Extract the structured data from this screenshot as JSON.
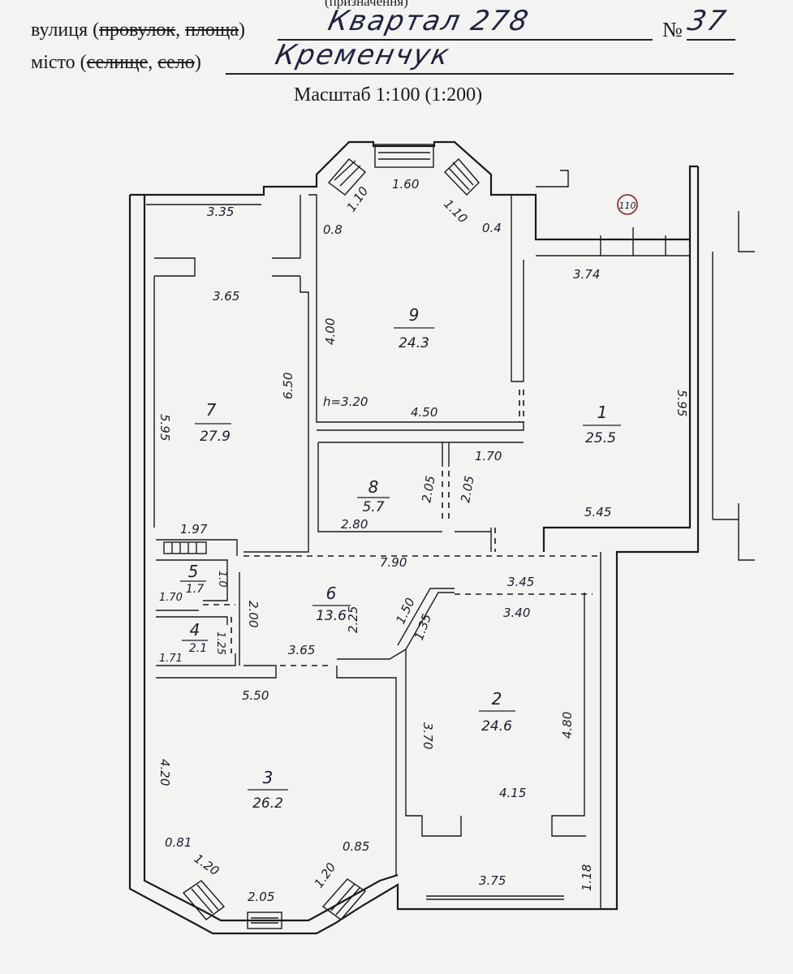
{
  "header": {
    "caption": "(призначення)",
    "street_label_pre": "вулиця (",
    "street_label_strike1": "провулок",
    "street_label_mid": ", ",
    "street_label_strike2": "площа",
    "street_label_post": ")",
    "street_value": "Квартал 278",
    "number_label": "№",
    "number_value": "37",
    "city_label_pre": "місто (",
    "city_label_strike1": "селище",
    "city_label_mid": ", ",
    "city_label_strike2": "село",
    "city_label_post": ")",
    "city_value": "Кременчук",
    "scale": "Масштаб 1:100 (1:200)"
  },
  "plan": {
    "marker": "110",
    "rooms": [
      {
        "id": "room-1",
        "number": "1",
        "area": "25.5"
      },
      {
        "id": "room-2",
        "number": "2",
        "area": "24.6"
      },
      {
        "id": "room-3",
        "number": "3",
        "area": "26.2"
      },
      {
        "id": "room-4",
        "number": "4",
        "area": "2.1"
      },
      {
        "id": "room-5",
        "number": "5",
        "area": "1.7"
      },
      {
        "id": "room-6",
        "number": "6",
        "area": "13.6"
      },
      {
        "id": "room-7",
        "number": "7",
        "area": "27.9"
      },
      {
        "id": "room-8",
        "number": "8",
        "area": "5.7"
      },
      {
        "id": "room-9",
        "number": "9",
        "area": "24.3"
      }
    ],
    "dimensions": {
      "d335": "3.35",
      "d365a": "3.65",
      "d595a": "5.95",
      "d650": "6.50",
      "d110a": "1.10",
      "d160": "1.60",
      "d110b": "1.10",
      "d08": "0.8",
      "d04": "0.4",
      "d400": "4.00",
      "dh": "h=3.20",
      "d450": "4.50",
      "d374": "3.74",
      "d595b": "5.95",
      "d205a": "2.05",
      "d205b": "2.05",
      "d170a": "1.70",
      "d280": "2.80",
      "d545": "5.45",
      "d197": "1.97",
      "d790": "7.90",
      "d10": "1.0",
      "d170b": "1.70",
      "d200": "2.00",
      "d125": "1.25",
      "d171": "1.71",
      "d225": "2.25",
      "d365b": "3.65",
      "d150": "1.50",
      "d135": "1.35",
      "d345": "3.45",
      "d340": "3.40",
      "d550": "5.50",
      "d420": "4.20",
      "d081": "0.81",
      "d085": "0.85",
      "d120a": "1.20",
      "d120b": "1.20",
      "d205c": "2.05",
      "d370": "3.70",
      "d480": "4.80",
      "d415": "4.15",
      "d375": "3.75",
      "d118": "1.18"
    }
  }
}
